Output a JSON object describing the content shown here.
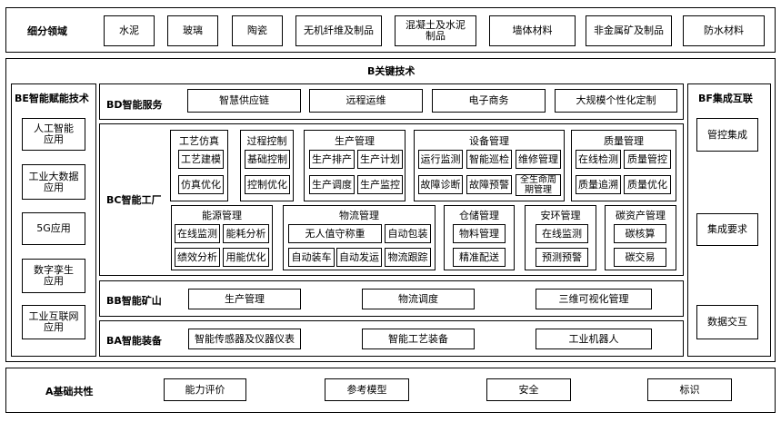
{
  "top": {
    "label": "细分领域",
    "items": [
      "水泥",
      "玻璃",
      "陶瓷",
      "无机纤维及制品",
      "混凝土及水泥\n制品",
      "墙体材料",
      "非金属矿及制品",
      "防水材料"
    ]
  },
  "b": {
    "title": "B关键技术",
    "be": {
      "title": "BE智能赋能技术",
      "items": [
        "人工智能\n应用",
        "工业大数据\n应用",
        "5G应用",
        "数字孪生\n应用",
        "工业互联网\n应用"
      ]
    },
    "bf": {
      "title": "BF集成互联",
      "items": [
        "管控集成",
        "集成要求",
        "数据交互"
      ]
    },
    "bd": {
      "label": "BD智能服务",
      "items": [
        "智慧供应链",
        "远程运维",
        "电子商务",
        "大规模个性化定制"
      ]
    },
    "bc": {
      "label": "BC智能工厂",
      "groups": [
        {
          "title": "工艺仿真",
          "items": [
            "工艺建模",
            "仿真优化"
          ]
        },
        {
          "title": "过程控制",
          "items": [
            "基础控制",
            "控制优化"
          ]
        },
        {
          "title": "生产管理",
          "items": [
            "生产排产",
            "生产计划",
            "生产调度",
            "生产监控"
          ]
        },
        {
          "title": "设备管理",
          "items": [
            "运行监测",
            "智能巡检",
            "维修管理",
            "故障诊断",
            "故障预警",
            "全生命周\n期管理"
          ]
        },
        {
          "title": "质量管理",
          "items": [
            "在线检测",
            "质量管控",
            "质量追溯",
            "质量优化"
          ]
        },
        {
          "title": "能源管理",
          "items": [
            "在线监测",
            "能耗分析",
            "绩效分析",
            "用能优化"
          ]
        },
        {
          "title": "物流管理",
          "items": [
            "无人值守称重",
            "自动包装",
            "自动装车",
            "自动发运",
            "物流跟踪"
          ]
        },
        {
          "title": "仓储管理",
          "items": [
            "物料管理",
            "精准配送"
          ]
        },
        {
          "title": "安环管理",
          "items": [
            "在线监测",
            "预测预警"
          ]
        },
        {
          "title": "碳资产管理",
          "items": [
            "碳核算",
            "碳交易"
          ]
        }
      ]
    },
    "bb": {
      "label": "BB智能矿山",
      "items": [
        "生产管理",
        "物流调度",
        "三维可视化管理"
      ]
    },
    "ba": {
      "label": "BA智能装备",
      "items": [
        "智能传感器及仪器仪表",
        "智能工艺装备",
        "工业机器人"
      ]
    }
  },
  "a": {
    "label": "A基础共性",
    "items": [
      "能力评价",
      "参考模型",
      "安全",
      "标识"
    ]
  }
}
